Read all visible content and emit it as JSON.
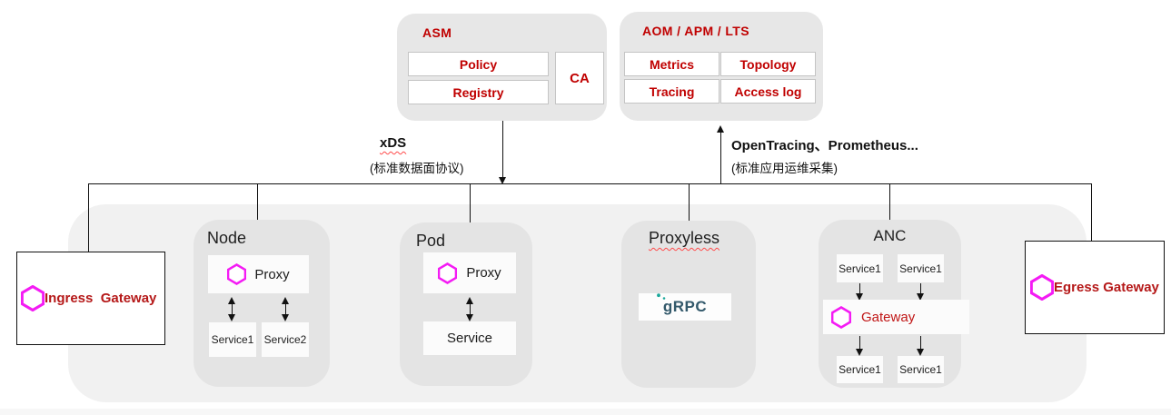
{
  "palette": {
    "label_red": "#C00000",
    "gateway_red": "#B51818",
    "hexagon_magenta": "#F41BF4",
    "grpc_teal": "#33596B",
    "grpc_dot_teal": "#1BA89B",
    "band_gray": "#F1F1F1",
    "panel_gray": "#E4E4E4",
    "line_black": "#111111"
  },
  "asm": {
    "title": "ASM",
    "policy": "Policy",
    "registry": "Registry",
    "ca": "CA"
  },
  "aom": {
    "title": "AOM / APM / LTS",
    "metrics": "Metrics",
    "topology": "Topology",
    "tracing": "Tracing",
    "access_log": "Access log"
  },
  "links": {
    "xds": {
      "title": "xDS",
      "subtitle": "(标准数据面协议)"
    },
    "telemetry": {
      "title": "OpenTracing、Prometheus...",
      "subtitle": "(标准应用运维采集)"
    }
  },
  "gateways": {
    "ingress": {
      "label": "Ingress  Gateway"
    },
    "egress": {
      "label": "Egress Gateway"
    }
  },
  "clusters": {
    "node": {
      "title": "Node",
      "proxy": "Proxy",
      "services": [
        "Service1",
        "Service2"
      ]
    },
    "pod": {
      "title": "Pod",
      "proxy": "Proxy",
      "service": "Service"
    },
    "proxyless": {
      "title": "Proxyless",
      "logo": "gRPC"
    },
    "anc": {
      "title": "ANC",
      "top_services": [
        "Service1",
        "Service1"
      ],
      "gateway": "Gateway",
      "bottom_services": [
        "Service1",
        "Service1"
      ]
    }
  }
}
